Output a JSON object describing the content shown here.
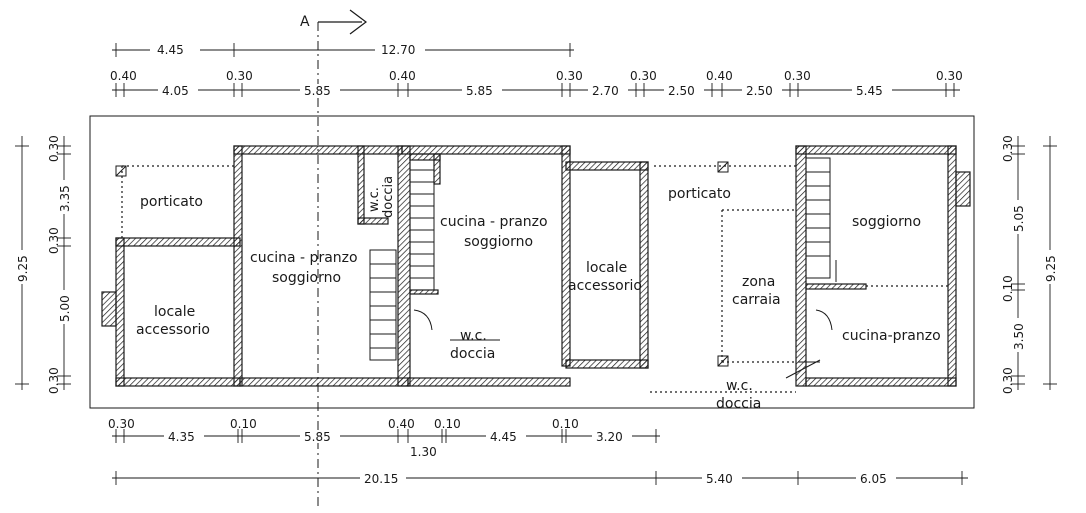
{
  "section": {
    "label": "A"
  },
  "top_dims_row1": [
    "4.45",
    "12.70"
  ],
  "top_dims_row2_small": [
    "0.40",
    "0.30",
    "0.40",
    "0.30",
    "0.30",
    "0.40",
    "0.30",
    "0.30"
  ],
  "top_dims_row2_large": [
    "4.05",
    "5.85",
    "5.85",
    "2.70",
    "2.50",
    "2.50",
    "5.45"
  ],
  "left_dims_inner": [
    "0.30",
    "3.35",
    "0.30",
    "5.00",
    "0.30"
  ],
  "left_dims_outer": [
    "9.25"
  ],
  "right_dims_inner": [
    "0.30",
    "5.05",
    "0.10",
    "3.50",
    "0.30"
  ],
  "right_dims_outer": [
    "9.25"
  ],
  "bottom_dims_row1_small": [
    "0.30",
    "0.10",
    "0.40",
    "0.10",
    "0.10"
  ],
  "bottom_dims_row1_large": [
    "4.35",
    "5.85",
    "4.45",
    "3.20"
  ],
  "bottom_dims_extra": [
    "1.30"
  ],
  "bottom_dims_row2": [
    "20.15",
    "5.40",
    "6.05"
  ],
  "rooms": {
    "porticato_left": "porticato",
    "locale_left_1": "locale",
    "locale_left_2": "accessorio",
    "cucina1_1": "cucina - pranzo",
    "cucina1_2": "soggiorno",
    "wc1_1": "w.c.",
    "wc1_2": "doccia",
    "cucina2_1": "cucina - pranzo",
    "cucina2_2": "soggiorno",
    "wc2_1": "w.c.",
    "wc2_2": "doccia",
    "locale_mid_1": "locale",
    "locale_mid_2": "accessorio",
    "porticato_right": "porticato",
    "zona_1": "zona",
    "zona_2": "carraia",
    "wc3_1": "w.c.",
    "wc3_2": "doccia",
    "soggiorno_right": "soggiorno",
    "cucina_right": "cucina-pranzo"
  }
}
